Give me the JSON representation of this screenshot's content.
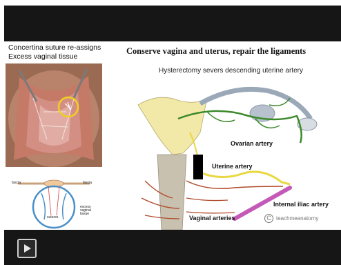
{
  "player": {
    "play_label": "Play"
  },
  "slide": {
    "photo_caption_line1": "Concertina suture re-assigns",
    "photo_caption_line2": "Excess vaginal tissue",
    "title": "Conserve vagina and uterus, repair the ligaments",
    "subtitle": "Hysterectomy severs descending uterine artery",
    "labels": {
      "ovarian": "Ovarian artery",
      "uterine": "Uterine artery",
      "internal_iliac": "Internal iliac artery",
      "vaginal": "Vaginal arteries"
    },
    "small_diagram_labels": {
      "left": "fascia",
      "right": "fascia",
      "center": "sutures",
      "side": "excess vaginal tissue"
    },
    "watermark": "teachmeanatomy",
    "watermark_symbol": "C"
  },
  "colors": {
    "bar": "#161616",
    "ovarian_artery": "#3a8a2a",
    "uterine_artery": "#e8d842",
    "vaginal_arteries": "#b04a2a",
    "internal_iliac": "#c45ab8",
    "highlight_circle": "#f0d020"
  }
}
